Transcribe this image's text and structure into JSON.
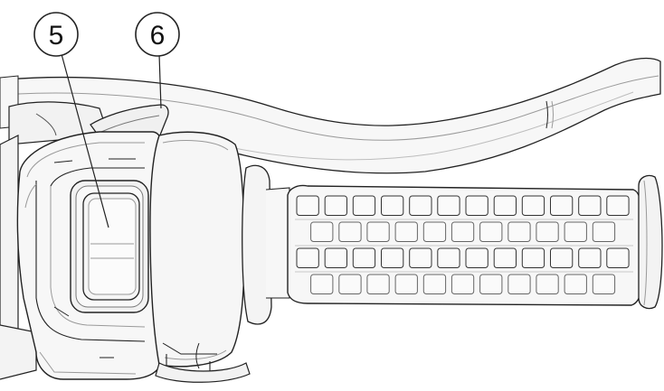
{
  "callouts": [
    {
      "id": "5",
      "label": "5"
    },
    {
      "id": "6",
      "label": "6"
    }
  ],
  "colors": {
    "line": "#222222",
    "light_line": "#9a9a9a",
    "fill": "#f7f7f7",
    "shade": "#ececec",
    "background": "#ffffff"
  }
}
